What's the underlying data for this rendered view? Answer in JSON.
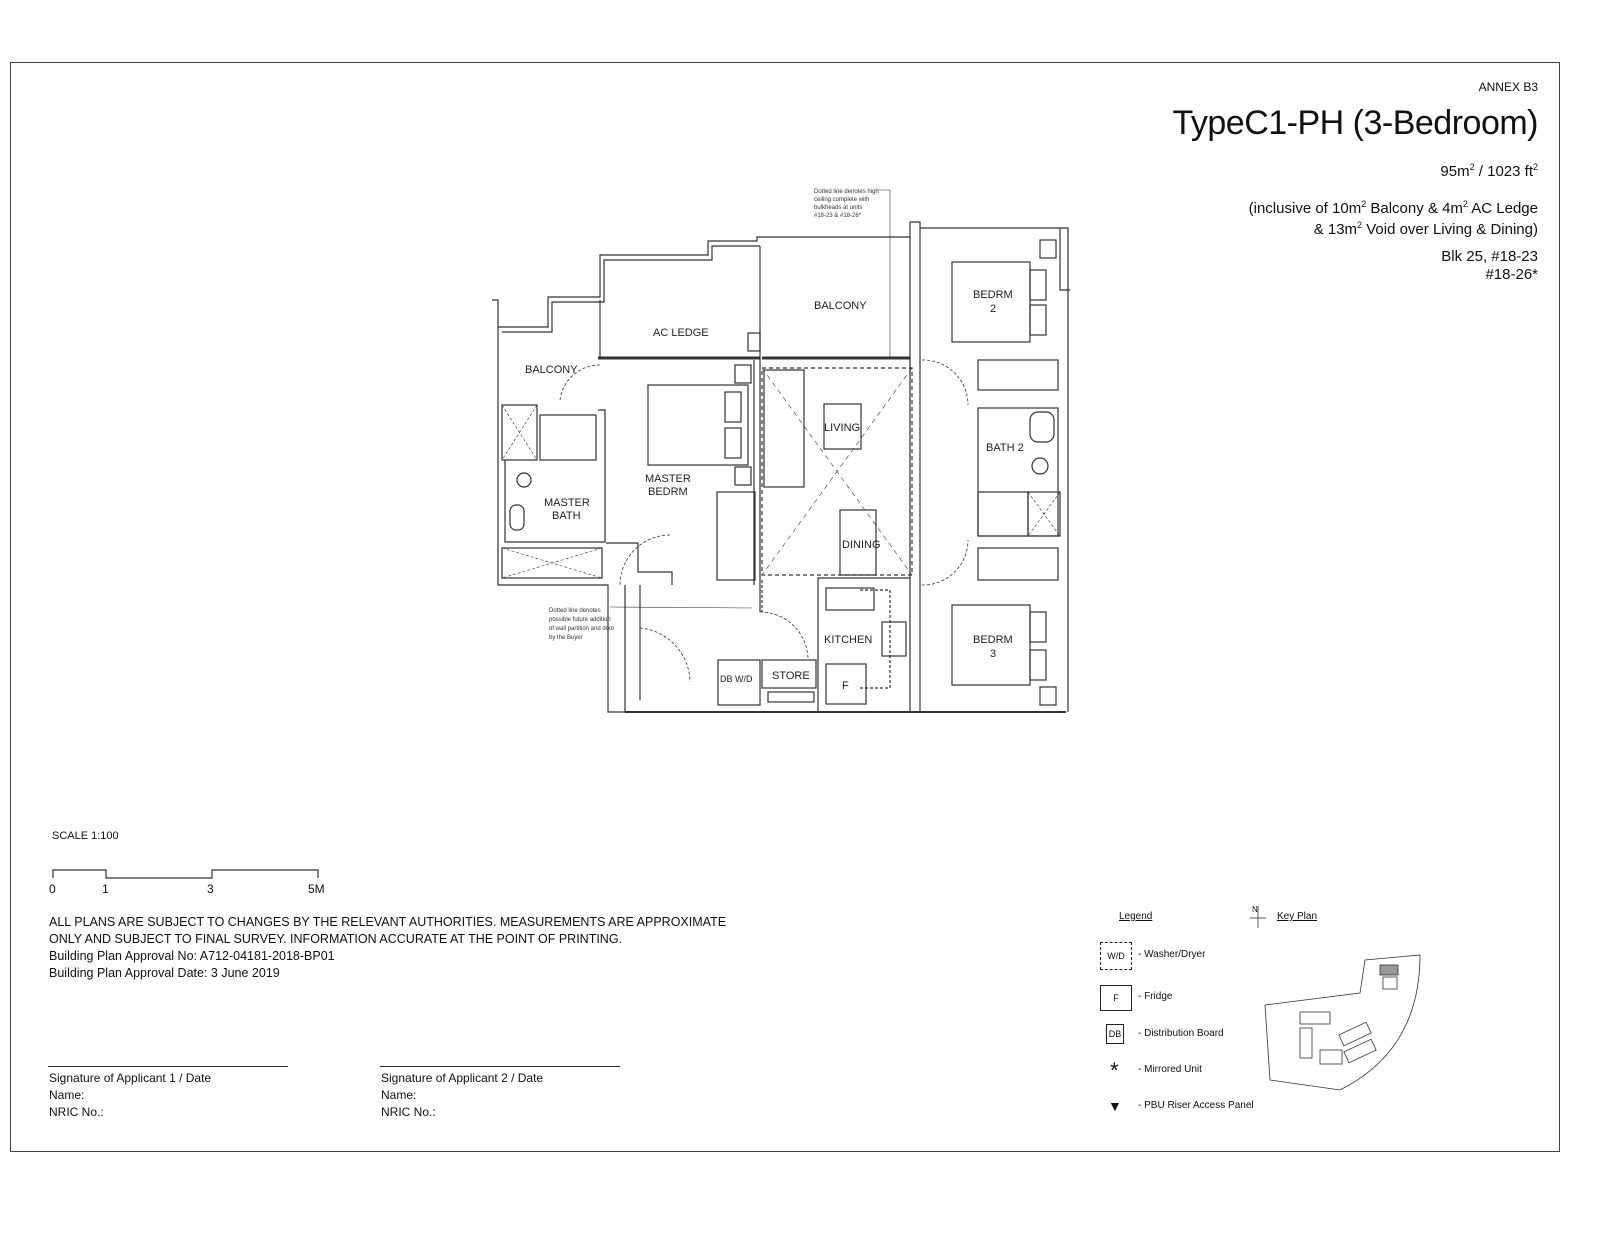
{
  "header": {
    "annex": "ANNEX B3",
    "title": "TypeC1-PH (3-Bedroom)",
    "area_m2": "95m",
    "area_ft2": " / 1023 ft",
    "inclusive_line1_a": "(inclusive of 10m",
    "inclusive_line1_b": " Balcony & 4m",
    "inclusive_line1_c": " AC Ledge",
    "inclusive_line2_a": "& 13m",
    "inclusive_line2_b": " Void over Living & Dining)",
    "sup2": "2",
    "units_line1": "Blk 25, #18-23",
    "units_line2": "#18-26*"
  },
  "plan": {
    "rooms": {
      "balcony_left": "BALCONY",
      "ac_ledge": "AC LEDGE",
      "balcony_main": "BALCONY",
      "bedrm2_a": "BEDRM",
      "bedrm2_b": "2",
      "master_bedrm_a": "MASTER",
      "master_bedrm_b": "BEDRM",
      "master_bath_a": "MASTER",
      "master_bath_b": "BATH",
      "living": "LIVING",
      "bath2": "BATH 2",
      "dining": "DINING",
      "kitchen": "KITCHEN",
      "bedrm3_a": "BEDRM",
      "bedrm3_b": "3",
      "store": "STORE",
      "db_wd": "DB W/D",
      "fridge": "F"
    },
    "note_ceiling": [
      "Dotted line denotes high",
      "ceiling complete with",
      "bulkheads at units",
      "#18-23 & #18-26*"
    ],
    "note_partition": [
      "Dotted line denotes",
      "possible future addition",
      "of wall partition and door",
      "by the Buyer"
    ]
  },
  "scale": {
    "label": "SCALE  1:100",
    "ticks": [
      "0",
      "1",
      "3",
      "5M"
    ]
  },
  "disclaimer": {
    "line1": "ALL PLANS ARE SUBJECT TO CHANGES BY THE RELEVANT AUTHORITIES. MEASUREMENTS ARE APPROXIMATE",
    "line2": "ONLY AND SUBJECT TO FINAL SURVEY. INFORMATION ACCURATE AT THE POINT OF PRINTING.",
    "approval_no": "Building Plan Approval No: A712-04181-2018-BP01",
    "approval_date": "Building Plan Approval Date: 3 June 2019"
  },
  "signatures": [
    {
      "title": "Signature of Applicant 1 / Date",
      "name": "Name:",
      "nric": "NRIC No.:"
    },
    {
      "title": "Signature of Applicant 2 / Date",
      "name": "Name:",
      "nric": "NRIC No.:"
    }
  ],
  "legend": {
    "heading": "Legend",
    "items": [
      {
        "symbol": "W/D",
        "label": "- Washer/Dryer"
      },
      {
        "symbol": "F",
        "label": "- Fridge"
      },
      {
        "symbol": "DB",
        "label": "- Distribution Board"
      },
      {
        "symbol": "*",
        "label": "- Mirrored Unit"
      },
      {
        "symbol": "▼",
        "label": "- PBU Riser Access Panel"
      }
    ]
  },
  "key_plan": {
    "heading": "Key Plan",
    "north": "N"
  }
}
